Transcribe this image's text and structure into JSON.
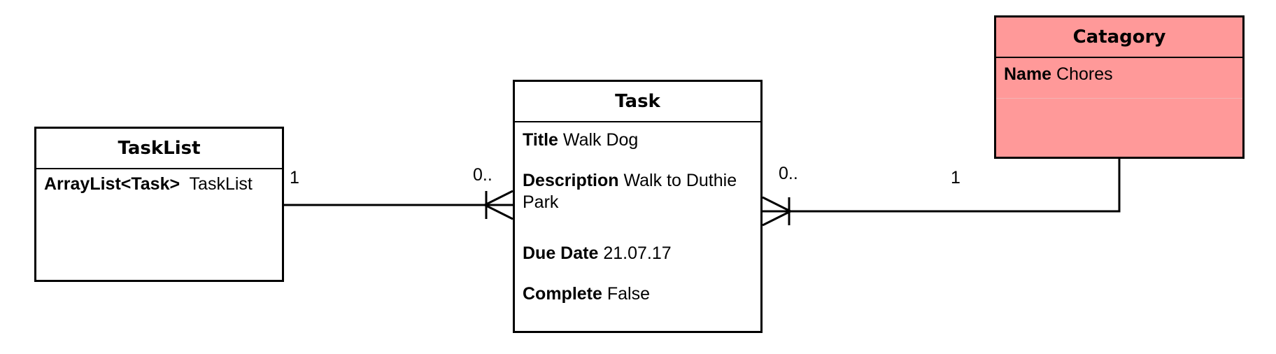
{
  "entities": {
    "tasklist": {
      "name": "TaskList",
      "attributes": [
        {
          "key": "ArrayList<Task>",
          "value": "TaskList"
        }
      ]
    },
    "task": {
      "name": "Task",
      "attributes": [
        {
          "key": "Title",
          "value": "Walk Dog"
        },
        {
          "key": "Description",
          "value": "Walk to Duthie Park"
        },
        {
          "key": "Due Date",
          "value": "21.07.17"
        },
        {
          "key": "Complete",
          "value": "False"
        }
      ]
    },
    "category": {
      "name": "Catagory",
      "fill_color": "#ff9999",
      "attributes": [
        {
          "key": "Name",
          "value": "Chores"
        }
      ]
    }
  },
  "relationships": [
    {
      "from": "TaskList",
      "to": "Task",
      "from_cardinality": "1",
      "to_cardinality": "0.."
    },
    {
      "from": "Catagory",
      "to": "Task",
      "from_cardinality": "1",
      "to_cardinality": "0.."
    }
  ]
}
